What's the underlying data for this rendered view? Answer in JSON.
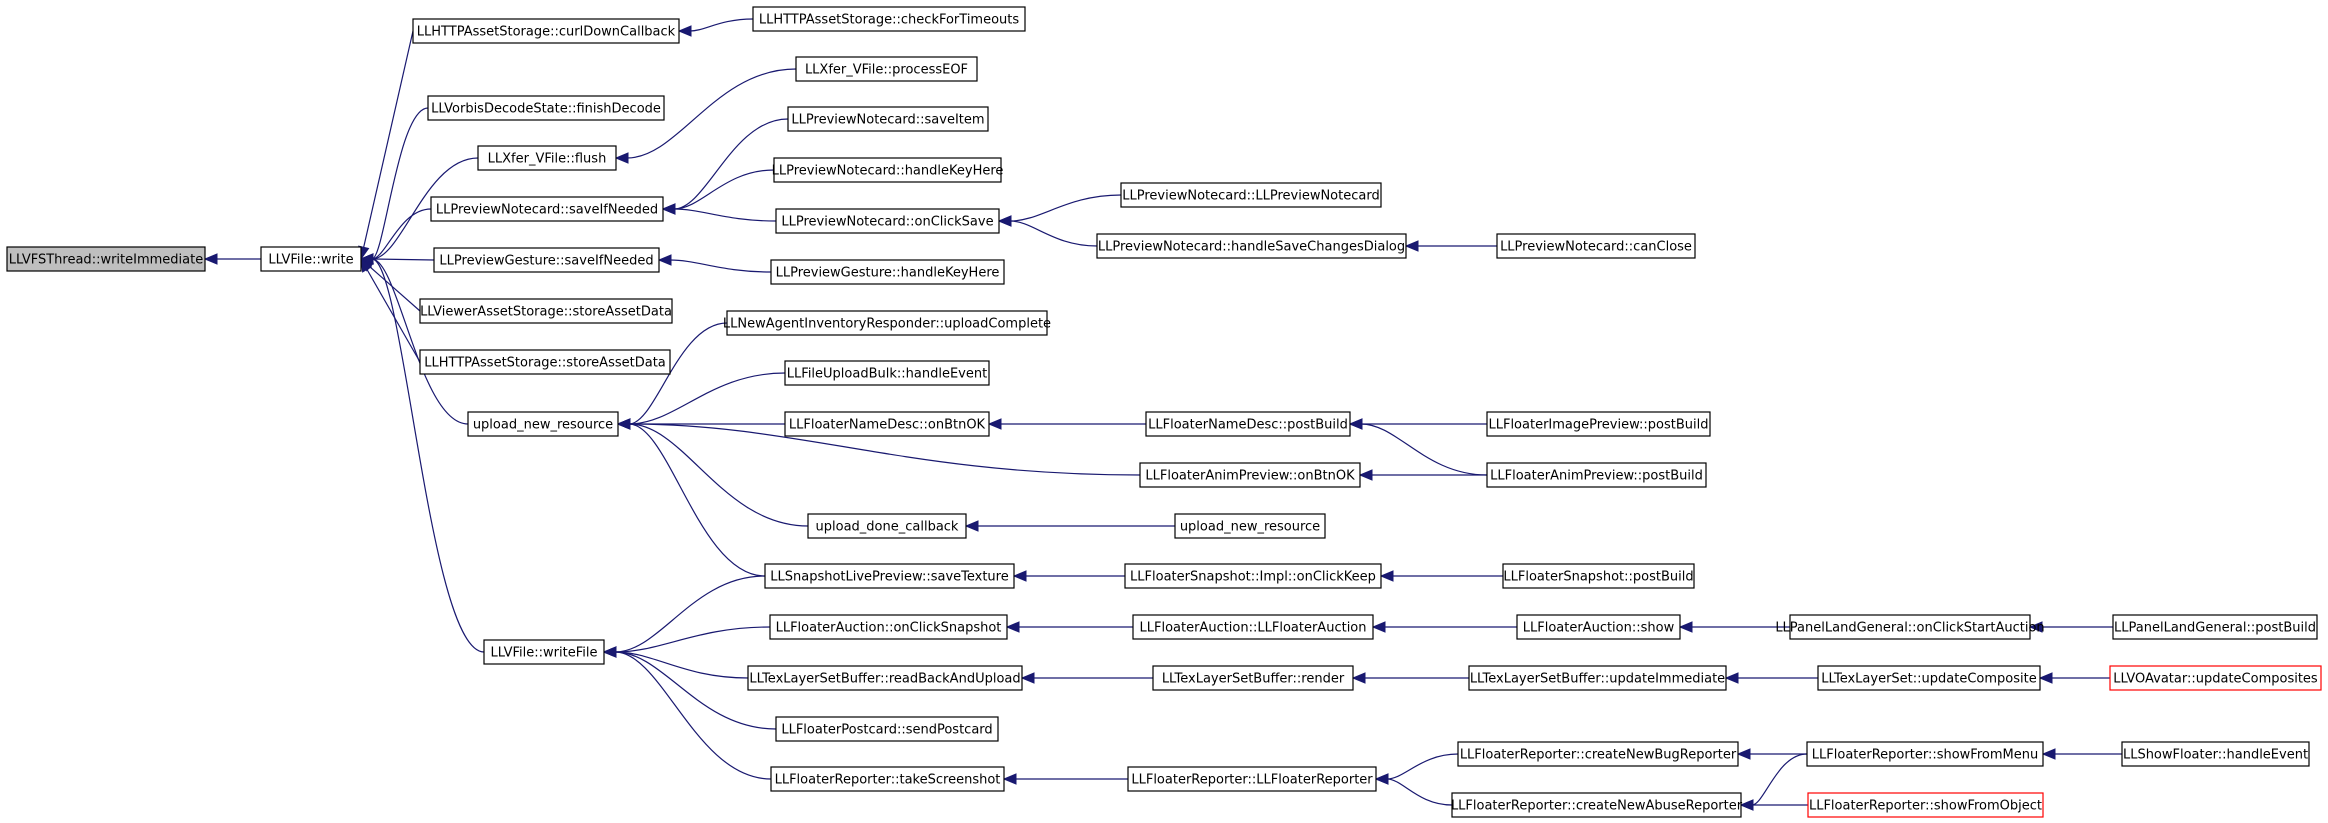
{
  "colors": {
    "edge": "#191970",
    "root_fill": "#bfbfbf",
    "truncated_border": "#ff0000",
    "node_border": "#000000"
  },
  "nodes": [
    {
      "id": "n0",
      "label": "LLVFSThread::writeImmediate",
      "role": "root"
    },
    {
      "id": "n1",
      "label": "LLVFile::write"
    },
    {
      "id": "n2",
      "label": "LLHTTPAssetStorage::curlDownCallback"
    },
    {
      "id": "n3",
      "label": "LLHTTPAssetStorage::checkForTimeouts"
    },
    {
      "id": "n4",
      "label": "LLVorbisDecodeState::finishDecode"
    },
    {
      "id": "n5",
      "label": "LLXfer_VFile::flush"
    },
    {
      "id": "n6",
      "label": "LLXfer_VFile::processEOF"
    },
    {
      "id": "n7",
      "label": "LLPreviewNotecard::saveIfNeeded"
    },
    {
      "id": "n8",
      "label": "LLPreviewNotecard::saveItem"
    },
    {
      "id": "n9",
      "label": "LLPreviewNotecard::handleKeyHere"
    },
    {
      "id": "n10",
      "label": "LLPreviewNotecard::onClickSave"
    },
    {
      "id": "n11",
      "label": "LLPreviewNotecard::LLPreviewNotecard"
    },
    {
      "id": "n12",
      "label": "LLPreviewNotecard::handleSaveChangesDialog"
    },
    {
      "id": "n13",
      "label": "LLPreviewNotecard::canClose"
    },
    {
      "id": "n14",
      "label": "LLPreviewGesture::saveIfNeeded"
    },
    {
      "id": "n15",
      "label": "LLPreviewGesture::handleKeyHere"
    },
    {
      "id": "n16",
      "label": "LLViewerAssetStorage::storeAssetData"
    },
    {
      "id": "n17",
      "label": "LLHTTPAssetStorage::storeAssetData"
    },
    {
      "id": "n18",
      "label": "upload_new_resource"
    },
    {
      "id": "n19",
      "label": "LLNewAgentInventoryResponder::uploadComplete"
    },
    {
      "id": "n20",
      "label": "LLFileUploadBulk::handleEvent"
    },
    {
      "id": "n21",
      "label": "LLFloaterNameDesc::onBtnOK"
    },
    {
      "id": "n22",
      "label": "LLFloaterNameDesc::postBuild"
    },
    {
      "id": "n23",
      "label": "LLFloaterImagePreview::postBuild"
    },
    {
      "id": "n24",
      "label": "LLFloaterAnimPreview::onBtnOK"
    },
    {
      "id": "n25",
      "label": "LLFloaterAnimPreview::postBuild"
    },
    {
      "id": "n26",
      "label": "upload_done_callback"
    },
    {
      "id": "n27",
      "label": "upload_new_resource"
    },
    {
      "id": "n28",
      "label": "LLSnapshotLivePreview::saveTexture"
    },
    {
      "id": "n29",
      "label": "LLFloaterSnapshot::Impl::onClickKeep"
    },
    {
      "id": "n30",
      "label": "LLFloaterSnapshot::postBuild"
    },
    {
      "id": "n31",
      "label": "LLVFile::writeFile"
    },
    {
      "id": "n32",
      "label": "LLFloaterAuction::onClickSnapshot"
    },
    {
      "id": "n33",
      "label": "LLFloaterAuction::LLFloaterAuction"
    },
    {
      "id": "n34",
      "label": "LLFloaterAuction::show"
    },
    {
      "id": "n35",
      "label": "LLPanelLandGeneral::onClickStartAuction"
    },
    {
      "id": "n36",
      "label": "LLPanelLandGeneral::postBuild"
    },
    {
      "id": "n37",
      "label": "LLTexLayerSetBuffer::readBackAndUpload"
    },
    {
      "id": "n38",
      "label": "LLTexLayerSetBuffer::render"
    },
    {
      "id": "n39",
      "label": "LLTexLayerSetBuffer::updateImmediate"
    },
    {
      "id": "n40",
      "label": "LLTexLayerSet::updateComposite"
    },
    {
      "id": "n41",
      "label": "LLVOAvatar::updateComposites",
      "role": "truncated"
    },
    {
      "id": "n42",
      "label": "LLFloaterPostcard::sendPostcard"
    },
    {
      "id": "n43",
      "label": "LLFloaterReporter::takeScreenshot"
    },
    {
      "id": "n44",
      "label": "LLFloaterReporter::LLFloaterReporter"
    },
    {
      "id": "n45",
      "label": "LLFloaterReporter::createNewBugReporter"
    },
    {
      "id": "n46",
      "label": "LLFloaterReporter::createNewAbuseReporter"
    },
    {
      "id": "n47",
      "label": "LLFloaterReporter::showFromMenu"
    },
    {
      "id": "n48",
      "label": "LLShowFloater::handleEvent"
    },
    {
      "id": "n49",
      "label": "LLFloaterReporter::showFromObject",
      "role": "truncated"
    }
  ],
  "edges": [
    {
      "from": "n1",
      "to": "n0"
    },
    {
      "from": "n2",
      "to": "n1"
    },
    {
      "from": "n3",
      "to": "n2"
    },
    {
      "from": "n4",
      "to": "n1"
    },
    {
      "from": "n5",
      "to": "n1"
    },
    {
      "from": "n6",
      "to": "n5"
    },
    {
      "from": "n7",
      "to": "n1"
    },
    {
      "from": "n8",
      "to": "n7"
    },
    {
      "from": "n9",
      "to": "n7"
    },
    {
      "from": "n10",
      "to": "n7"
    },
    {
      "from": "n11",
      "to": "n10"
    },
    {
      "from": "n12",
      "to": "n10"
    },
    {
      "from": "n13",
      "to": "n12"
    },
    {
      "from": "n14",
      "to": "n1"
    },
    {
      "from": "n15",
      "to": "n14"
    },
    {
      "from": "n16",
      "to": "n1"
    },
    {
      "from": "n17",
      "to": "n1"
    },
    {
      "from": "n18",
      "to": "n1"
    },
    {
      "from": "n19",
      "to": "n18"
    },
    {
      "from": "n20",
      "to": "n18"
    },
    {
      "from": "n21",
      "to": "n18"
    },
    {
      "from": "n22",
      "to": "n21"
    },
    {
      "from": "n23",
      "to": "n22"
    },
    {
      "from": "n25",
      "to": "n22"
    },
    {
      "from": "n24",
      "to": "n18"
    },
    {
      "from": "n25",
      "to": "n24"
    },
    {
      "from": "n26",
      "to": "n18"
    },
    {
      "from": "n27",
      "to": "n26"
    },
    {
      "from": "n28",
      "to": "n18"
    },
    {
      "from": "n29",
      "to": "n28"
    },
    {
      "from": "n30",
      "to": "n29"
    },
    {
      "from": "n31",
      "to": "n1"
    },
    {
      "from": "n28",
      "to": "n31"
    },
    {
      "from": "n32",
      "to": "n31"
    },
    {
      "from": "n33",
      "to": "n32"
    },
    {
      "from": "n34",
      "to": "n33"
    },
    {
      "from": "n35",
      "to": "n34"
    },
    {
      "from": "n36",
      "to": "n35"
    },
    {
      "from": "n37",
      "to": "n31"
    },
    {
      "from": "n38",
      "to": "n37"
    },
    {
      "from": "n39",
      "to": "n38"
    },
    {
      "from": "n40",
      "to": "n39"
    },
    {
      "from": "n41",
      "to": "n40"
    },
    {
      "from": "n42",
      "to": "n31"
    },
    {
      "from": "n43",
      "to": "n31"
    },
    {
      "from": "n44",
      "to": "n43"
    },
    {
      "from": "n45",
      "to": "n44"
    },
    {
      "from": "n46",
      "to": "n44"
    },
    {
      "from": "n47",
      "to": "n45"
    },
    {
      "from": "n47",
      "to": "n46"
    },
    {
      "from": "n48",
      "to": "n47"
    },
    {
      "from": "n49",
      "to": "n46"
    }
  ]
}
